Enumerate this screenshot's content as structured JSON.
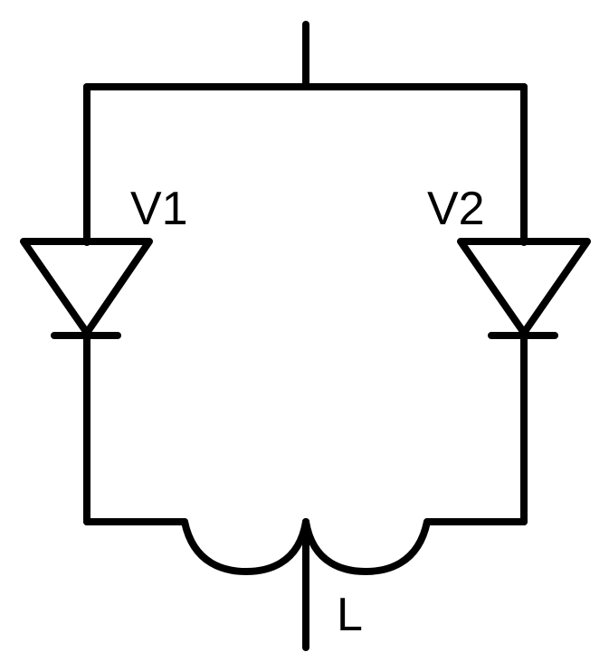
{
  "diagram": {
    "type": "circuit",
    "components": [
      {
        "id": "V1",
        "label": "V1",
        "kind": "diode"
      },
      {
        "id": "V2",
        "label": "V2",
        "kind": "diode"
      },
      {
        "id": "L",
        "label": "L",
        "kind": "center-tapped-inductor"
      }
    ],
    "colors": {
      "line": "#000000",
      "background": "#ffffff"
    }
  }
}
